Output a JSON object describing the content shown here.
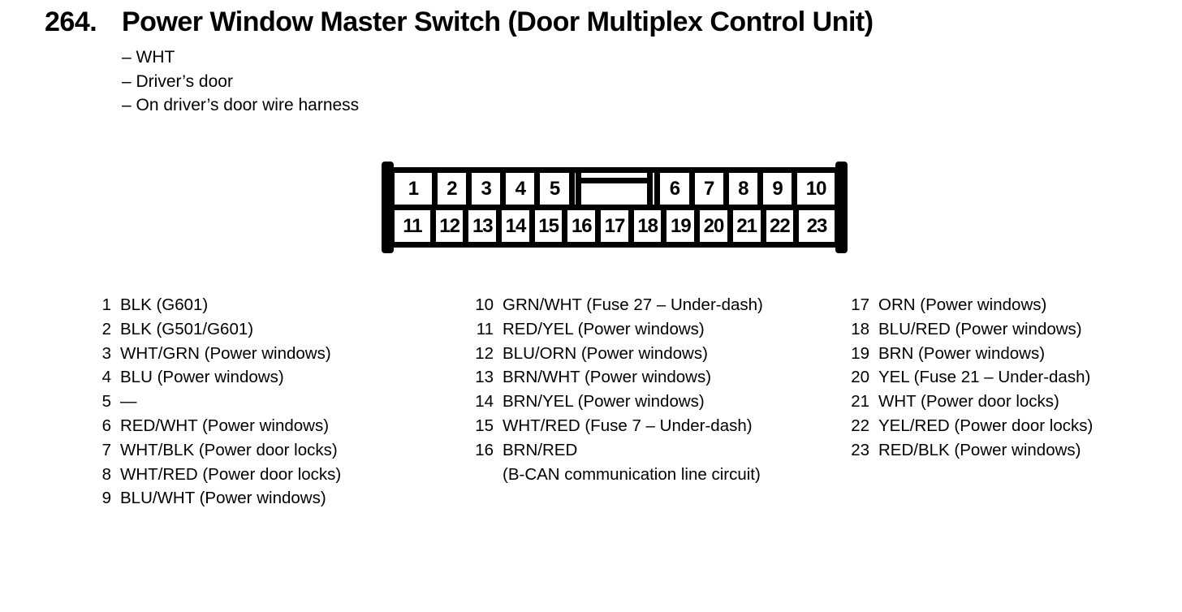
{
  "title": {
    "number": "264.",
    "text": "Power Window Master Switch (Door Multiplex Control Unit)"
  },
  "notes": [
    "– WHT",
    "– Driver’s door",
    "– On driver’s door wire harness"
  ],
  "connector": {
    "top_left_cells": [
      "1",
      "2",
      "3",
      "4",
      "5"
    ],
    "top_right_cells": [
      "6",
      "7",
      "8",
      "9",
      "10"
    ],
    "bottom_cells": [
      "11",
      "12",
      "13",
      "14",
      "15",
      "16",
      "17",
      "18",
      "19",
      "20",
      "21",
      "22",
      "23"
    ]
  },
  "pin_columns": [
    {
      "rows": [
        {
          "num": "1",
          "desc": "BLK (G601)"
        },
        {
          "num": "2",
          "desc": "BLK (G501/G601)"
        },
        {
          "num": "3",
          "desc": "WHT/GRN (Power windows)"
        },
        {
          "num": "4",
          "desc": "BLU (Power windows)"
        },
        {
          "num": "5",
          "desc": "—"
        },
        {
          "num": "6",
          "desc": "RED/WHT (Power windows)"
        },
        {
          "num": "7",
          "desc": "WHT/BLK (Power door locks)"
        },
        {
          "num": "8",
          "desc": "WHT/RED (Power door locks)"
        },
        {
          "num": "9",
          "desc": "BLU/WHT (Power windows)"
        }
      ]
    },
    {
      "rows": [
        {
          "num": "10",
          "desc": "GRN/WHT (Fuse 27 – Under-dash)"
        },
        {
          "num": "11",
          "desc": "RED/YEL (Power windows)"
        },
        {
          "num": "12",
          "desc": "BLU/ORN (Power windows)"
        },
        {
          "num": "13",
          "desc": "BRN/WHT (Power windows)"
        },
        {
          "num": "14",
          "desc": "BRN/YEL (Power windows)"
        },
        {
          "num": "15",
          "desc": "WHT/RED (Fuse 7 – Under-dash)"
        },
        {
          "num": "16",
          "desc": "BRN/RED"
        },
        {
          "num": "",
          "desc": "(B-CAN communication line circuit)"
        }
      ]
    },
    {
      "rows": [
        {
          "num": "17",
          "desc": "ORN (Power windows)"
        },
        {
          "num": "18",
          "desc": "BLU/RED (Power windows)"
        },
        {
          "num": "19",
          "desc": "BRN (Power windows)"
        },
        {
          "num": "20",
          "desc": "YEL (Fuse 21 – Under-dash)"
        },
        {
          "num": "21",
          "desc": "WHT (Power door locks)"
        },
        {
          "num": "22",
          "desc": "YEL/RED (Power door locks)"
        },
        {
          "num": "23",
          "desc": "RED/BLK (Power windows)"
        }
      ]
    }
  ],
  "colors": {
    "ink": "#000000",
    "paper": "#ffffff"
  }
}
